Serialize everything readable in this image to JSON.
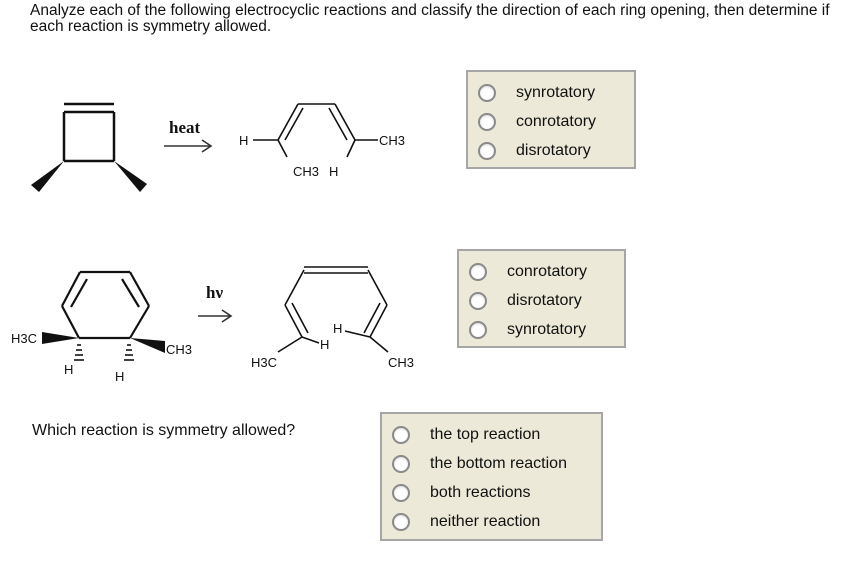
{
  "prompt": "Analyze each of the following electrocyclic reactions and classify the direction of each ring opening, then determine if each reaction is symmetry allowed.",
  "top_reaction": {
    "condition": "heat",
    "labels": {
      "h_left": "H",
      "ch3_right": "CH3",
      "ch3_bottom": "CH3",
      "h_bottom": "H"
    },
    "options": [
      "synrotatory",
      "conrotatory",
      "disrotatory"
    ]
  },
  "bottom_reaction": {
    "condition": "hν",
    "labels": {
      "h3c_left": "H3C",
      "ch3_ring": "CH3",
      "h1": "H",
      "h2": "H",
      "h_product_a": "H",
      "h_product_b": "H",
      "h3c_product": "H3C",
      "ch3_product": "CH3"
    },
    "options": [
      "conrotatory",
      "disrotatory",
      "synrotatory"
    ]
  },
  "question": {
    "text": "Which reaction is symmetry allowed?",
    "options": [
      "the top reaction",
      "the bottom reaction",
      "both reactions",
      "neither reaction"
    ]
  }
}
